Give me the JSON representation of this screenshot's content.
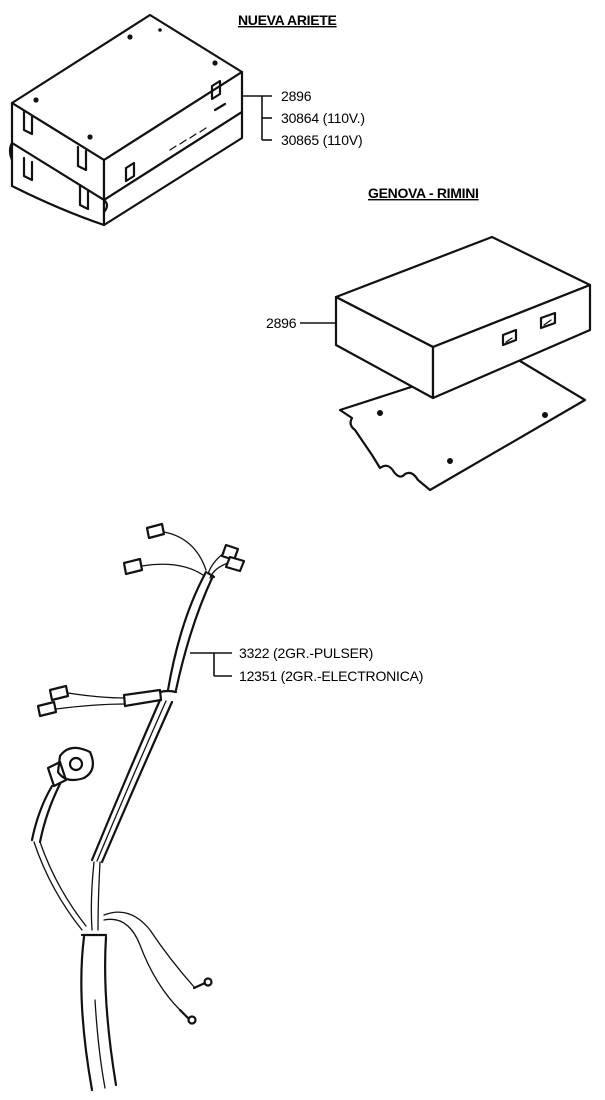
{
  "sections": {
    "nueva_ariete": {
      "title": "NUEVA ARIETE",
      "parts": [
        "2896",
        "30864 (110V.)",
        "30865 (110V)"
      ]
    },
    "genova_rimini": {
      "title": "GENOVA - RIMINI",
      "parts": [
        "2896"
      ]
    },
    "harness": {
      "parts": [
        "3322 (2GR.-PULSER)",
        "12351 (2GR.-ELECTRONICA)"
      ]
    }
  }
}
